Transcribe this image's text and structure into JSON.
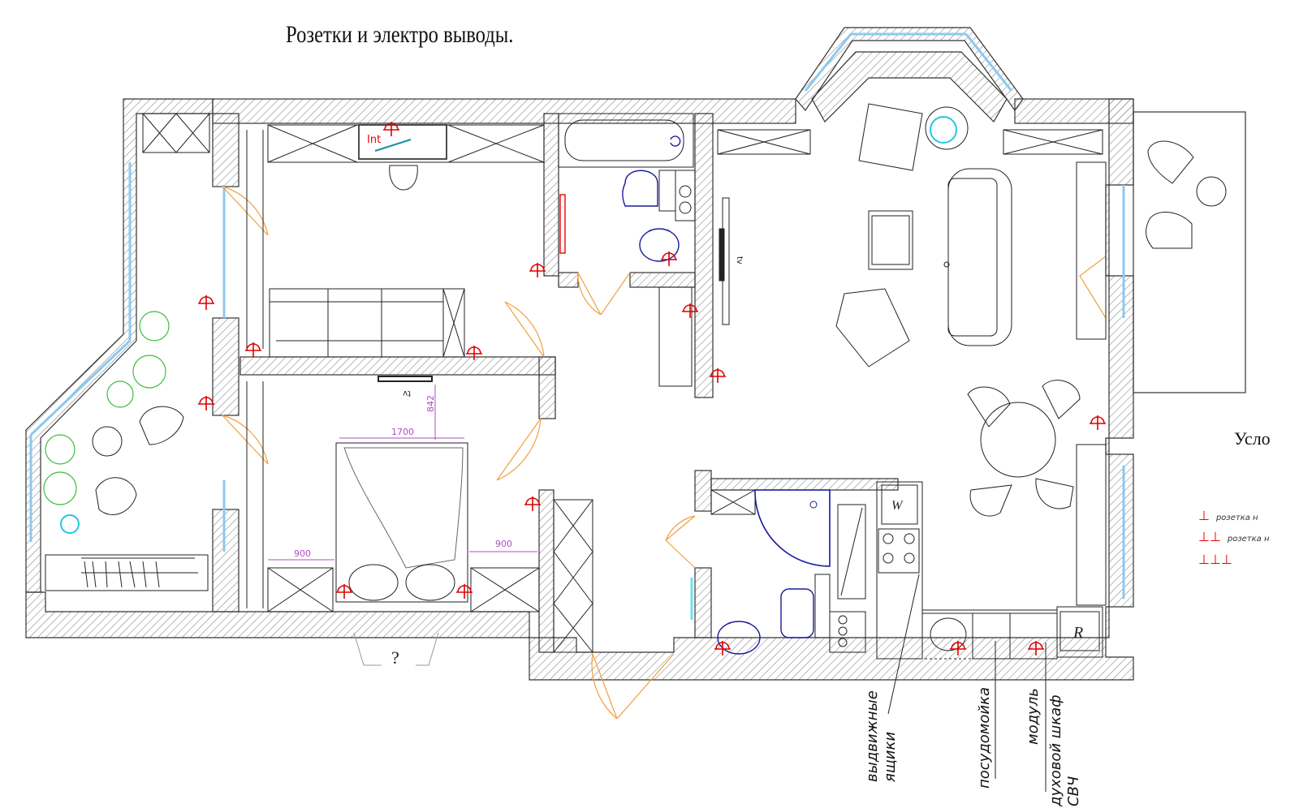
{
  "title": "Розетки и электро выводы.",
  "legend": {
    "heading": "Усло",
    "items": [
      "розетка н",
      "розетка н"
    ]
  },
  "dimensions": {
    "bed_width": "1700",
    "bed_to_tv": "842",
    "bed_side_left": "900",
    "bed_side_right": "900"
  },
  "room_marks": {
    "internet": "Int",
    "tv_bedroom": "tv",
    "tv_living": "tv",
    "washer": "W",
    "fridge": "R",
    "unknown": "?"
  },
  "kitchen_labels": [
    {
      "lines": [
        "выдвижные",
        "ящики"
      ]
    },
    {
      "lines": [
        "посудомойка"
      ]
    },
    {
      "lines": [
        "модуль"
      ]
    },
    {
      "lines": [
        "духовой шкаф",
        "СВЧ"
      ]
    }
  ],
  "colors": {
    "wall": "#333333",
    "outlet": "#e00000",
    "door": "#f0a040",
    "window": "#8cc8f0",
    "dimension": "#b04cc8",
    "plumbing": "#1a1aa0",
    "plant": "#3cbf3c"
  }
}
